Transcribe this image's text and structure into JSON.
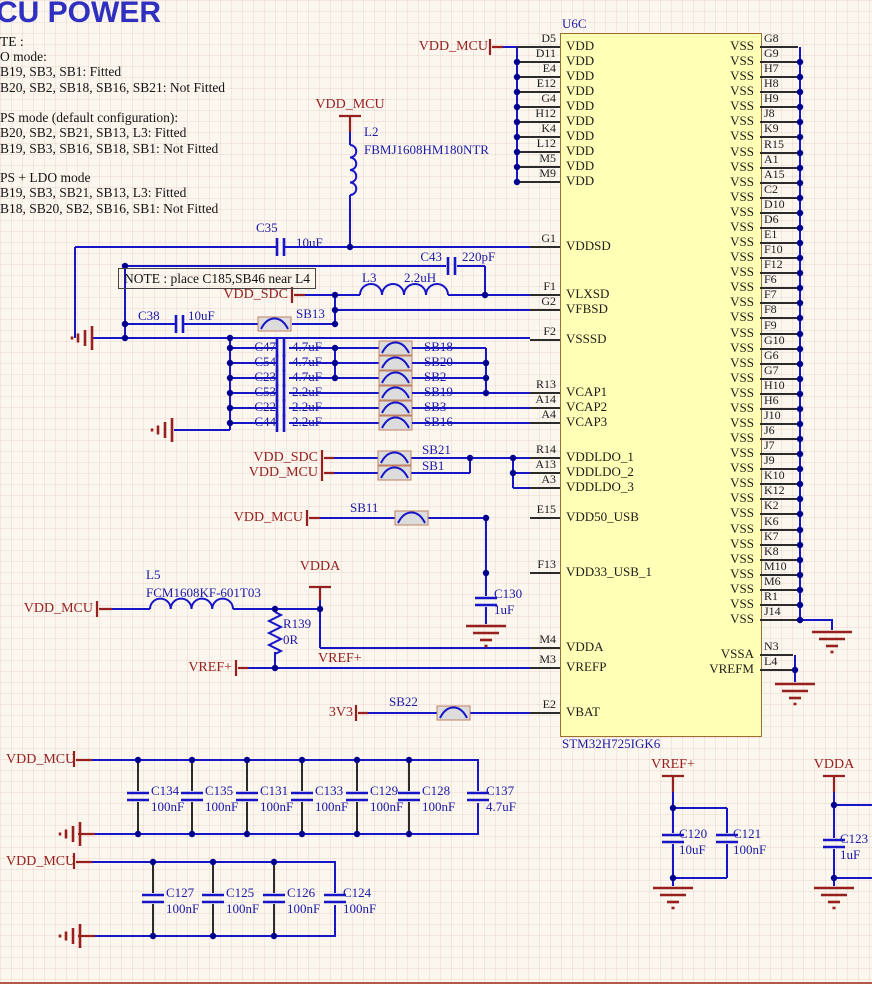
{
  "title": "CU POWER",
  "notes": {
    "lines": [
      "TE :",
      "O mode:",
      "B19, SB3, SB1: Fitted",
      "B20, SB2, SB18, SB16, SB21: Not Fitted",
      "PS mode (default configuration):",
      "B20, SB2, SB21, SB13, L3: Fitted",
      "B19, SB3, SB16, SB18, SB1: Not Fitted",
      "PS + LDO mode",
      "B19, SB3, SB21, SB13, L3: Fitted",
      "B18, SB20, SB2, SB16, SB1: Not Fitted"
    ]
  },
  "note_box": "NOTE : place C185,SB46 near L4",
  "ic": {
    "refdes": "U6C",
    "part_number": "STM32H725IGK6",
    "vdd_pin_name": "VDD",
    "vss_pin_name": "VSS",
    "vdd_pins": [
      "D5",
      "D11",
      "E4",
      "E12",
      "G4",
      "H12",
      "K4",
      "L12",
      "M5",
      "M9"
    ],
    "vss_pins": [
      "G8",
      "G9",
      "H7",
      "H8",
      "H9",
      "J8",
      "K9",
      "R15",
      "A1",
      "A15",
      "C2",
      "D10",
      "D6",
      "E1",
      "F10",
      "F12",
      "F6",
      "F7",
      "F8",
      "F9",
      "G10",
      "G6",
      "G7",
      "H10",
      "H6",
      "J10",
      "J6",
      "J7",
      "J9",
      "K10",
      "K12",
      "K2",
      "K6",
      "K7",
      "K8",
      "M10",
      "M6",
      "R1",
      "J14"
    ],
    "power_pins": [
      {
        "des": "G1",
        "name": "VDDSD"
      },
      {
        "des": "F1",
        "name": "VLXSD"
      },
      {
        "des": "G2",
        "name": "VFBSD"
      },
      {
        "des": "F2",
        "name": "VSSSD"
      },
      {
        "des": "R13",
        "name": "VCAP1"
      },
      {
        "des": "A14",
        "name": "VCAP2"
      },
      {
        "des": "A4",
        "name": "VCAP3"
      },
      {
        "des": "R14",
        "name": "VDDLDO_1"
      },
      {
        "des": "A13",
        "name": "VDDLDO_2"
      },
      {
        "des": "A3",
        "name": "VDDLDO_3"
      },
      {
        "des": "E15",
        "name": "VDD50_USB"
      },
      {
        "des": "F13",
        "name": "VDD33_USB_1"
      },
      {
        "des": "M4",
        "name": "VDDA"
      },
      {
        "des": "M3",
        "name": "VREFP"
      },
      {
        "des": "E2",
        "name": "VBAT"
      }
    ],
    "analog_pins": [
      {
        "des": "N3",
        "name": "VSSA"
      },
      {
        "des": "L4",
        "name": "VREFM"
      }
    ]
  },
  "nets": {
    "vdd_mcu": "VDD_MCU",
    "vdd_sdc": "VDD_SDC",
    "vdda": "VDDA",
    "vref": "VREF+",
    "v3v3": "3V3"
  },
  "components": {
    "L2": {
      "ref": "L2",
      "value": "FBMJ1608HM180NTR"
    },
    "L3": {
      "ref": "L3",
      "value": "2.2uH"
    },
    "L5": {
      "ref": "L5",
      "value": "FCM1608KF-601T03"
    },
    "R139": {
      "ref": "R139",
      "value": "0R"
    },
    "C35": {
      "ref": "C35",
      "value": "10uF"
    },
    "C43": {
      "ref": "C43",
      "value": "220pF"
    },
    "C38": {
      "ref": "C38",
      "value": "10uF"
    },
    "C130": {
      "ref": "C130",
      "value": "1uF"
    },
    "C120": {
      "ref": "C120",
      "value": "10uF"
    },
    "C121": {
      "ref": "C121",
      "value": "100nF"
    },
    "C123": {
      "ref": "C123",
      "value": "1uF"
    },
    "SB13": {
      "ref": "SB13"
    },
    "SB21": {
      "ref": "SB21"
    },
    "SB1": {
      "ref": "SB1"
    },
    "SB11": {
      "ref": "SB11"
    },
    "SB22": {
      "ref": "SB22"
    }
  },
  "vcap_rows": [
    {
      "cap": "C47",
      "value": "4.7uF",
      "bridge": "SB18"
    },
    {
      "cap": "C54",
      "value": "4.7uF",
      "bridge": "SB20"
    },
    {
      "cap": "C23",
      "value": "4.7uF",
      "bridge": "SB2"
    },
    {
      "cap": "C53",
      "value": "2.2uF",
      "bridge": "SB19"
    },
    {
      "cap": "C22",
      "value": "2.2uF",
      "bridge": "SB3"
    },
    {
      "cap": "C44",
      "value": "2.2uF",
      "bridge": "SB16"
    }
  ],
  "cap_bank1": [
    {
      "ref": "C134",
      "value": "100nF"
    },
    {
      "ref": "C135",
      "value": "100nF"
    },
    {
      "ref": "C131",
      "value": "100nF"
    },
    {
      "ref": "C133",
      "value": "100nF"
    },
    {
      "ref": "C129",
      "value": "100nF"
    },
    {
      "ref": "C128",
      "value": "100nF"
    },
    {
      "ref": "C137",
      "value": "4.7uF"
    }
  ],
  "cap_bank2": [
    {
      "ref": "C127",
      "value": "100nF"
    },
    {
      "ref": "C125",
      "value": "100nF"
    },
    {
      "ref": "C126",
      "value": "100nF"
    },
    {
      "ref": "C124",
      "value": "100nF"
    }
  ],
  "colors": {
    "wire_blue": "#1616c8",
    "text_blue": "#1a1aa6",
    "dark_red": "#97201e",
    "ic_fill": "#ffffb5",
    "junction": "#00008f"
  }
}
